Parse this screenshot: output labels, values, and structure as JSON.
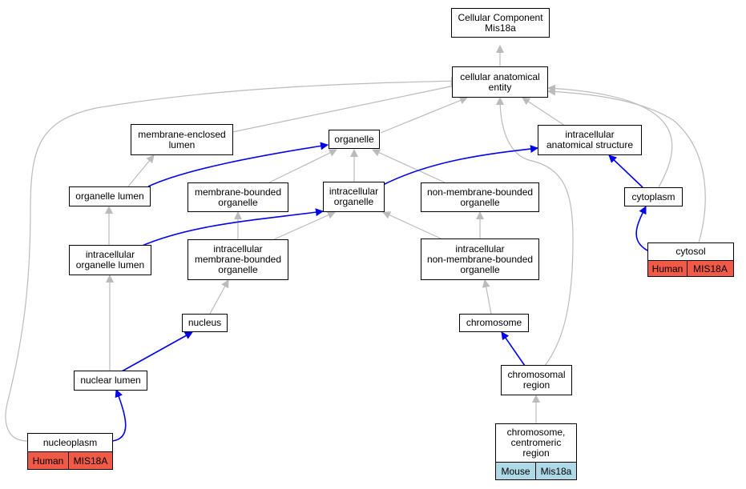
{
  "colors": {
    "highlight_edge": "#0000ee",
    "normal_edge": "#bbbbbb",
    "human_annotation": "#f15a47",
    "mouse_annotation": "#add8e6"
  },
  "nodes": {
    "root": "Cellular Component\nMis18a",
    "cae": "cellular anatomical\nentity",
    "mel": "membrane-enclosed\nlumen",
    "org": "organelle",
    "ias": "intracellular\nanatomical structure",
    "ol": "organelle lumen",
    "mbo": "membrane-bounded\norganelle",
    "io": "intracellular\norganelle",
    "nmbo": "non-membrane-bounded\norganelle",
    "cyto": "cytoplasm",
    "iol": "intracellular\norganelle lumen",
    "imbo": "intracellular\nmembrane-bounded\norganelle",
    "inmbo": "intracellular\nnon-membrane-bounded\norganelle",
    "cytosol": "cytosol",
    "nucleus": "nucleus",
    "chrom": "chromosome",
    "nl": "nuclear lumen",
    "cr": "chromosomal\nregion",
    "np": "nucleoplasm",
    "ccr": "chromosome,\ncentromeric\nregion"
  },
  "annotations": {
    "cytosol": {
      "species": "Human",
      "gene": "MIS18A"
    },
    "np": {
      "species": "Human",
      "gene": "MIS18A"
    },
    "ccr": {
      "species": "Mouse",
      "gene": "Mis18a"
    }
  }
}
